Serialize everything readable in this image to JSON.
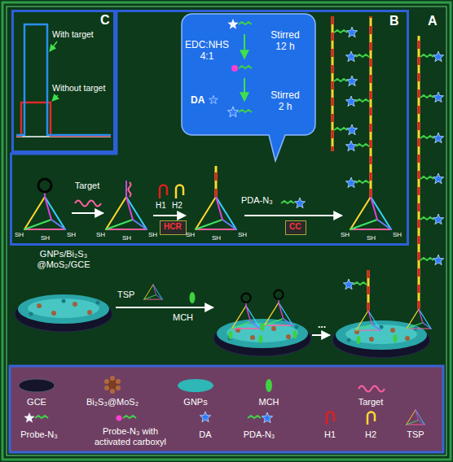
{
  "diagram": {
    "nodes": [
      {
        "text": [
          "C"
        ]
      },
      {
        "text": [
          "B"
        ]
      },
      {
        "text": [
          "EDC:NHS 4:1",
          "Stirred 12 h",
          "DA",
          "Stirred 2 h"
        ],
        "in": 1
      },
      {
        "text": [
          "HCR"
        ],
        "in": 1
      },
      {
        "text": [
          "CC"
        ],
        "in": 1
      }
    ],
    "labels": [
      "With target",
      "Without target",
      "Target",
      "H1",
      "H2",
      "PDA-N₃",
      "GNPs/Bi₂S₃ @MoS₂/GCE",
      "TSP",
      "MCH",
      "...",
      "A",
      "SH",
      "SH",
      "SH",
      "SH",
      "SH",
      "SH",
      "SH",
      "SH",
      "SH",
      "SH",
      "SH",
      "SH"
    ],
    "legend": [
      {
        "text": "GCE"
      },
      {
        "text": "Bi₂S₃@MoS₂"
      },
      {
        "text": "GNPs"
      },
      {
        "text": "MCH"
      },
      {
        "text": "Target"
      },
      {
        "text": "Probe-N₃"
      },
      {
        "text": "Probe-N₃ with activated carboxyl"
      },
      {
        "text": "DA"
      },
      {
        "text": "PDA-N₃"
      },
      {
        "text": "H1"
      },
      {
        "text": "H2"
      },
      {
        "text": "TSP"
      }
    ]
  }
}
